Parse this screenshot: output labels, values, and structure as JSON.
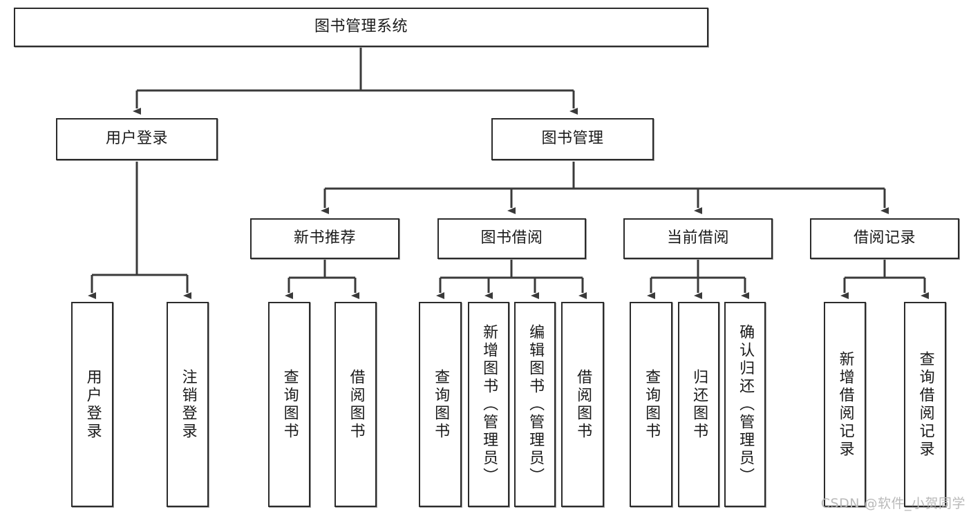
{
  "diagram": {
    "title": "图书管理系统",
    "type": "tree-hierarchy-chart",
    "watermark": "CSDN @软件_小贺同学",
    "colors": {
      "node_border": "#2b2b2b",
      "node_fill": "#ffffff",
      "edge": "#3a3a3a",
      "text": "#1a1a1a",
      "watermark": "#b9b9b9",
      "background": "#ffffff"
    },
    "nodes": {
      "root": {
        "label": "图书管理系统",
        "orientation": "horizontal"
      },
      "level2": [
        {
          "id": "user-login",
          "label": "用户登录",
          "orientation": "horizontal"
        },
        {
          "id": "book-manage",
          "label": "图书管理",
          "orientation": "horizontal"
        }
      ],
      "level3": [
        {
          "id": "new-book-recommend",
          "label": "新书推荐",
          "orientation": "horizontal"
        },
        {
          "id": "book-borrow",
          "label": "图书借阅",
          "orientation": "horizontal"
        },
        {
          "id": "current-borrow",
          "label": "当前借阅",
          "orientation": "horizontal"
        },
        {
          "id": "borrow-record",
          "label": "借阅记录",
          "orientation": "horizontal"
        }
      ],
      "leaves": [
        {
          "id": "leaf-user-login",
          "label": "用户登录",
          "orientation": "vertical",
          "parent": "user-login"
        },
        {
          "id": "leaf-logout",
          "label": "注销登录",
          "orientation": "vertical",
          "parent": "user-login"
        },
        {
          "id": "leaf-query-book-1",
          "label": "查询图书",
          "orientation": "vertical",
          "parent": "new-book-recommend"
        },
        {
          "id": "leaf-borrow-book-1",
          "label": "借阅图书",
          "orientation": "vertical",
          "parent": "new-book-recommend"
        },
        {
          "id": "leaf-query-book-2",
          "label": "查询图书",
          "orientation": "vertical",
          "parent": "book-borrow"
        },
        {
          "id": "leaf-add-book-admin",
          "label": "新增图书（管理员）",
          "orientation": "vertical",
          "parent": "book-borrow"
        },
        {
          "id": "leaf-edit-book-admin",
          "label": "编辑图书（管理员）",
          "orientation": "vertical",
          "parent": "book-borrow"
        },
        {
          "id": "leaf-borrow-book-2",
          "label": "借阅图书",
          "orientation": "vertical",
          "parent": "book-borrow"
        },
        {
          "id": "leaf-query-book-3",
          "label": "查询图书",
          "orientation": "vertical",
          "parent": "current-borrow"
        },
        {
          "id": "leaf-return-book",
          "label": "归还图书",
          "orientation": "vertical",
          "parent": "current-borrow"
        },
        {
          "id": "leaf-confirm-return-admin",
          "label": "确认归还（管理员）",
          "orientation": "vertical",
          "parent": "current-borrow"
        },
        {
          "id": "leaf-add-borrow-record",
          "label": "新增借阅记录",
          "orientation": "vertical",
          "parent": "borrow-record"
        },
        {
          "id": "leaf-query-borrow-record",
          "label": "查询借阅记录",
          "orientation": "vertical",
          "parent": "borrow-record"
        }
      ]
    }
  }
}
